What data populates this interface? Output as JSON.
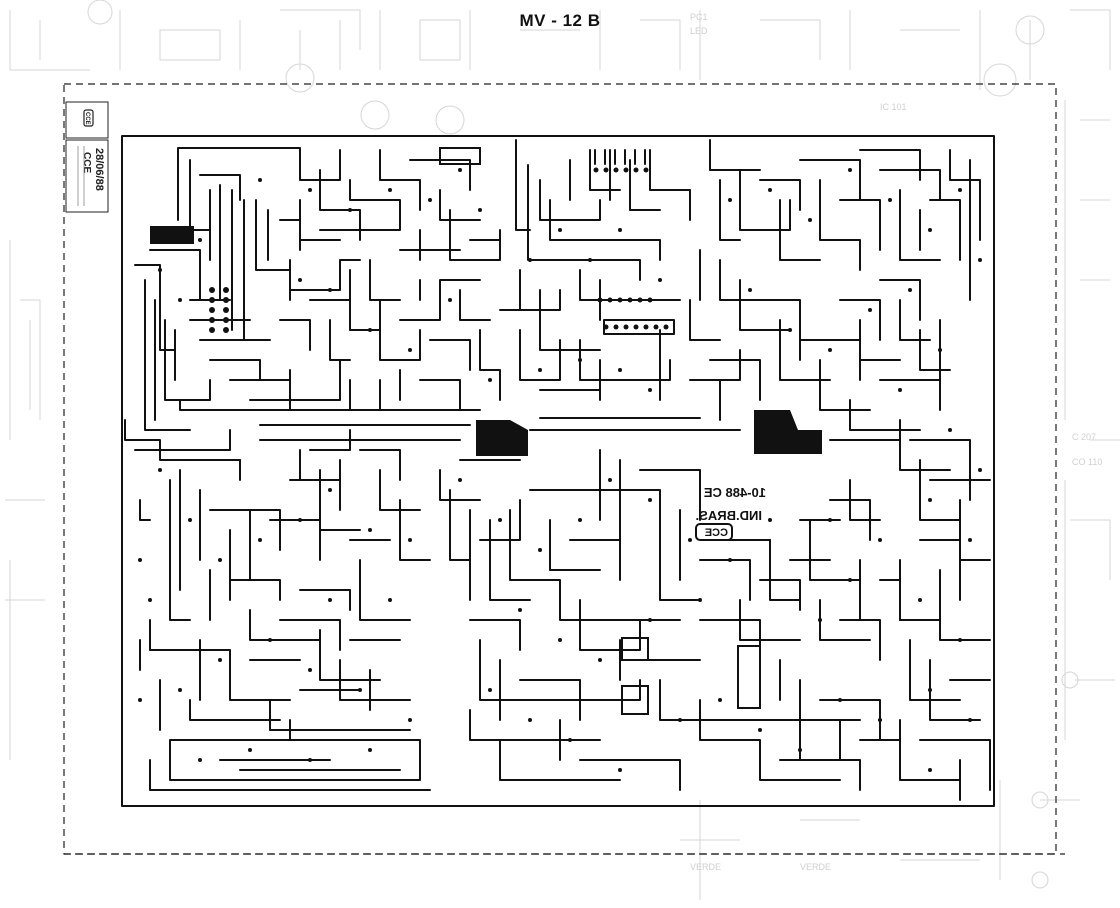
{
  "title": "MV - 12 B",
  "title_block": {
    "logo": "CCE",
    "date": "28/06/88",
    "initials": "CCE"
  },
  "board_marking": {
    "code": "10-488 CE",
    "maker": "IND.BRAS.",
    "logo": "CCE"
  },
  "colors": {
    "ink": "#111111",
    "paper": "#ffffff",
    "ghost": "#d6d6d6"
  }
}
